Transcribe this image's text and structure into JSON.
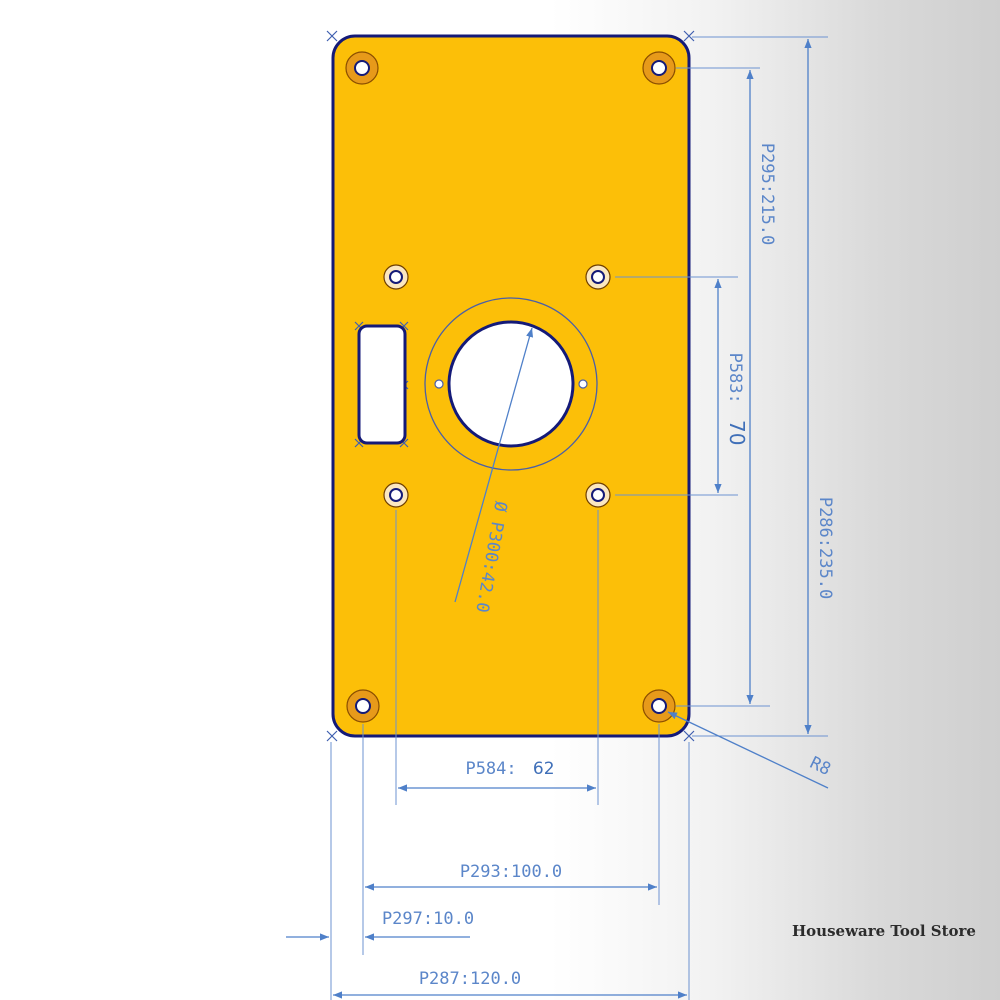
{
  "colors": {
    "plate_fill": "#fcbf08",
    "plate_outline": "#141a78",
    "dimension": "#4f80c9",
    "countersink": "#e79a1a"
  },
  "dimensions": {
    "top_hole_spacing": "P295:215.0",
    "middle_hole_spacing_label": "P583:",
    "middle_hole_spacing_value": "70",
    "plate_height": "P286:235.0",
    "center_hole_diameter": "Ø P300:42.0",
    "corner_radius": "R8",
    "bottom_hole_spacing_label": "P584:",
    "bottom_hole_spacing_value": "62",
    "outer_hole_spacing": "P293:100.0",
    "edge_offset": "P297:10.0",
    "plate_width": "P287:120.0"
  },
  "watermark": "Houseware Tool Store"
}
